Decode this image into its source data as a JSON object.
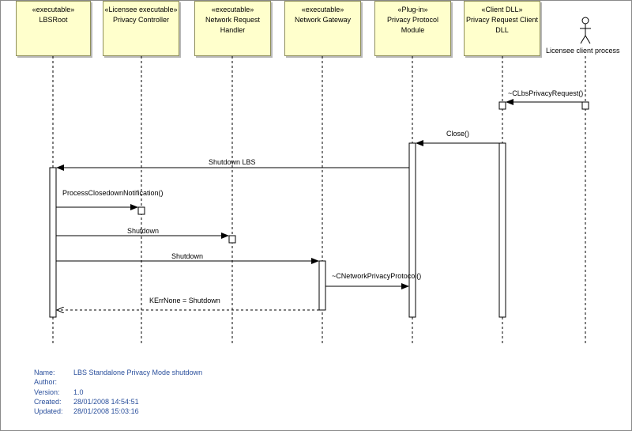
{
  "lifelines": [
    {
      "stereotype": "«executable»",
      "name": "LBSRoot"
    },
    {
      "stereotype": "«Licensee executable»",
      "name": "Privacy Controller"
    },
    {
      "stereotype": "«executable»",
      "name": "Network Request Handler"
    },
    {
      "stereotype": "«executable»",
      "name": "Network Gateway"
    },
    {
      "stereotype": "«Plug-in»",
      "name": "Privacy Protocol Module"
    },
    {
      "stereotype": "«Client DLL»",
      "name": "Privacy Request Client DLL"
    }
  ],
  "actor": {
    "name": "Licensee client process",
    "icon": "stick-figure-icon"
  },
  "messages": [
    {
      "label": "~CLbsPrivacyRequest()",
      "type": "sync"
    },
    {
      "label": "Close()",
      "type": "sync"
    },
    {
      "label": "Shutdown LBS",
      "type": "sync"
    },
    {
      "label": "ProcessClosedownNotification()",
      "type": "sync"
    },
    {
      "label": "Shutdown",
      "type": "sync"
    },
    {
      "label": "Shutdown",
      "type": "sync"
    },
    {
      "label": "~CNetworkPrivacyProtocol()",
      "type": "sync"
    },
    {
      "label": "KErrNone = Shutdown",
      "type": "return"
    }
  ],
  "metadata": {
    "name_label": "Name:",
    "name_value": "LBS Standalone Privacy Mode shutdown",
    "author_label": "Author:",
    "author_value": "",
    "version_label": "Version:",
    "version_value": "1.0",
    "created_label": "Created:",
    "created_value": "28/01/2008 14:54:51",
    "updated_label": "Updated:",
    "updated_value": "28/01/2008 15:03:16"
  },
  "colors": {
    "lifeline_fill": "#ffffcc",
    "metadata_text": "#2a4f9c"
  }
}
